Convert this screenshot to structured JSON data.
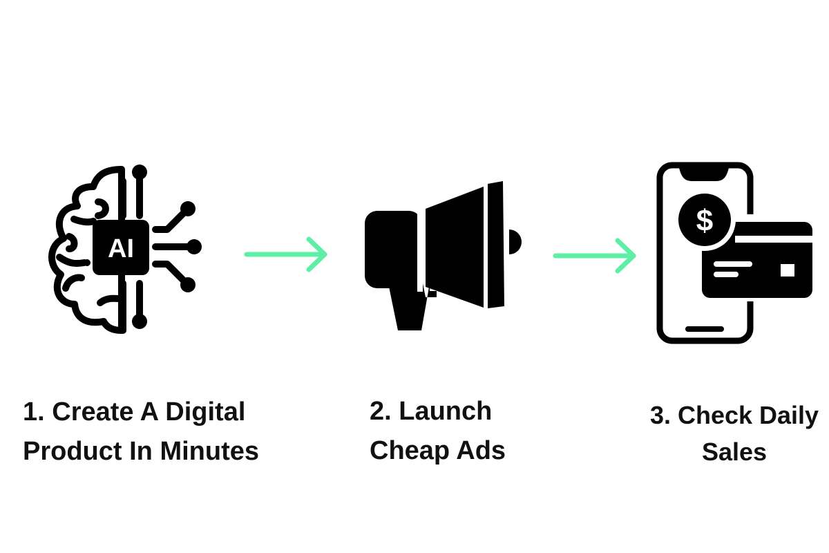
{
  "colors": {
    "arrow": "#5EEFA6",
    "icon": "#000000",
    "text": "#111111"
  },
  "steps": [
    {
      "icon": "ai-brain-icon",
      "chip_text": "AI",
      "line1": "1. Create A Digital",
      "line2": "Product In Minutes"
    },
    {
      "icon": "megaphone-icon",
      "line1": "2. Launch",
      "line2": "Cheap Ads"
    },
    {
      "icon": "phone-payment-icon",
      "coin_text": "$",
      "line1": "3. Check Daily",
      "line2": "Sales"
    }
  ]
}
